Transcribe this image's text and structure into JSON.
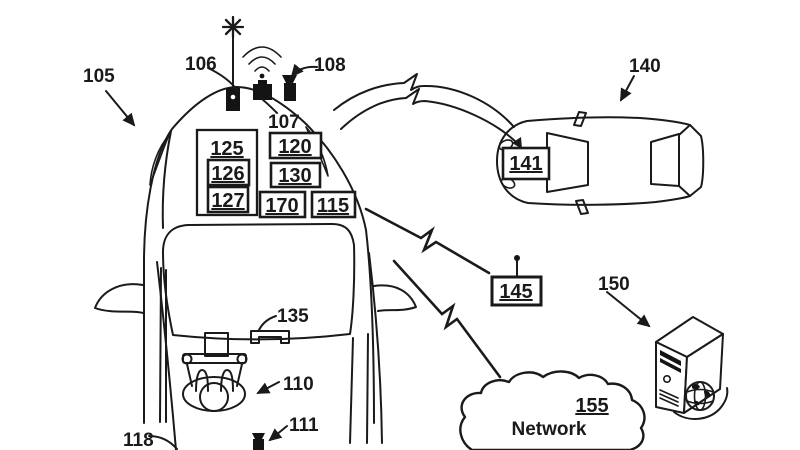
{
  "figure": {
    "background_color": "#ffffff",
    "line_color": "#1a1a1a",
    "host_vehicle": {
      "ref": "105",
      "roof_devices": {
        "antenna": "106",
        "transceiver": "107",
        "camera": "108"
      },
      "driver": "110",
      "interior_camera": "111",
      "door": "118",
      "rearview_mirror": "135",
      "modules": {
        "m125": "125",
        "m126": "126",
        "m127": "127",
        "m120": "120",
        "m130": "130",
        "m170": "170",
        "m115": "115"
      }
    },
    "remote_vehicle": {
      "ref": "140",
      "module": "141"
    },
    "remote_device": {
      "ref": "145"
    },
    "server": {
      "ref": "150"
    },
    "network_cloud": {
      "ref": "155",
      "name": "Network"
    }
  }
}
